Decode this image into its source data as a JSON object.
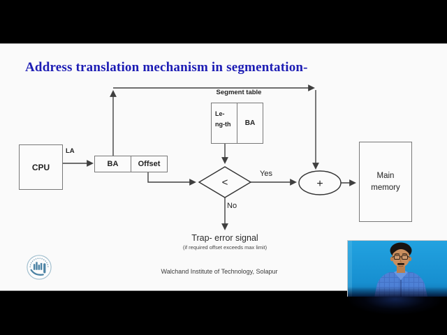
{
  "lecture": {
    "title": "Address translation mechanism in segmentation-",
    "footer": "Walchand Institute of Technology, Solapur"
  },
  "diagram": {
    "cpu": {
      "label": "CPU"
    },
    "logical_address_label": "LA",
    "address_register": {
      "base_label": "BA",
      "offset_label": "Offset"
    },
    "segment_table": {
      "caption": "Segment table",
      "length_line1": "Le-",
      "length_line2": "ng-th",
      "base_label": "BA"
    },
    "comparator": {
      "symbol": "<",
      "yes_label": "Yes",
      "no_label": "No"
    },
    "adder": {
      "symbol": "+"
    },
    "main_memory": {
      "line1": "Main",
      "line2": "memory"
    },
    "trap": {
      "title": "Trap- error signal",
      "subtitle": "(if required offset exceeds max limit)"
    }
  },
  "colors": {
    "title_text": "#1c1cb4",
    "connector_line": "#3f3f3f",
    "box_border": "#787878",
    "webcam_background": "#1a98d8",
    "presenter_shirt": "#4e81d6",
    "presenter_skin": "#c98e5e",
    "logo_blue": "#2e6f96"
  }
}
